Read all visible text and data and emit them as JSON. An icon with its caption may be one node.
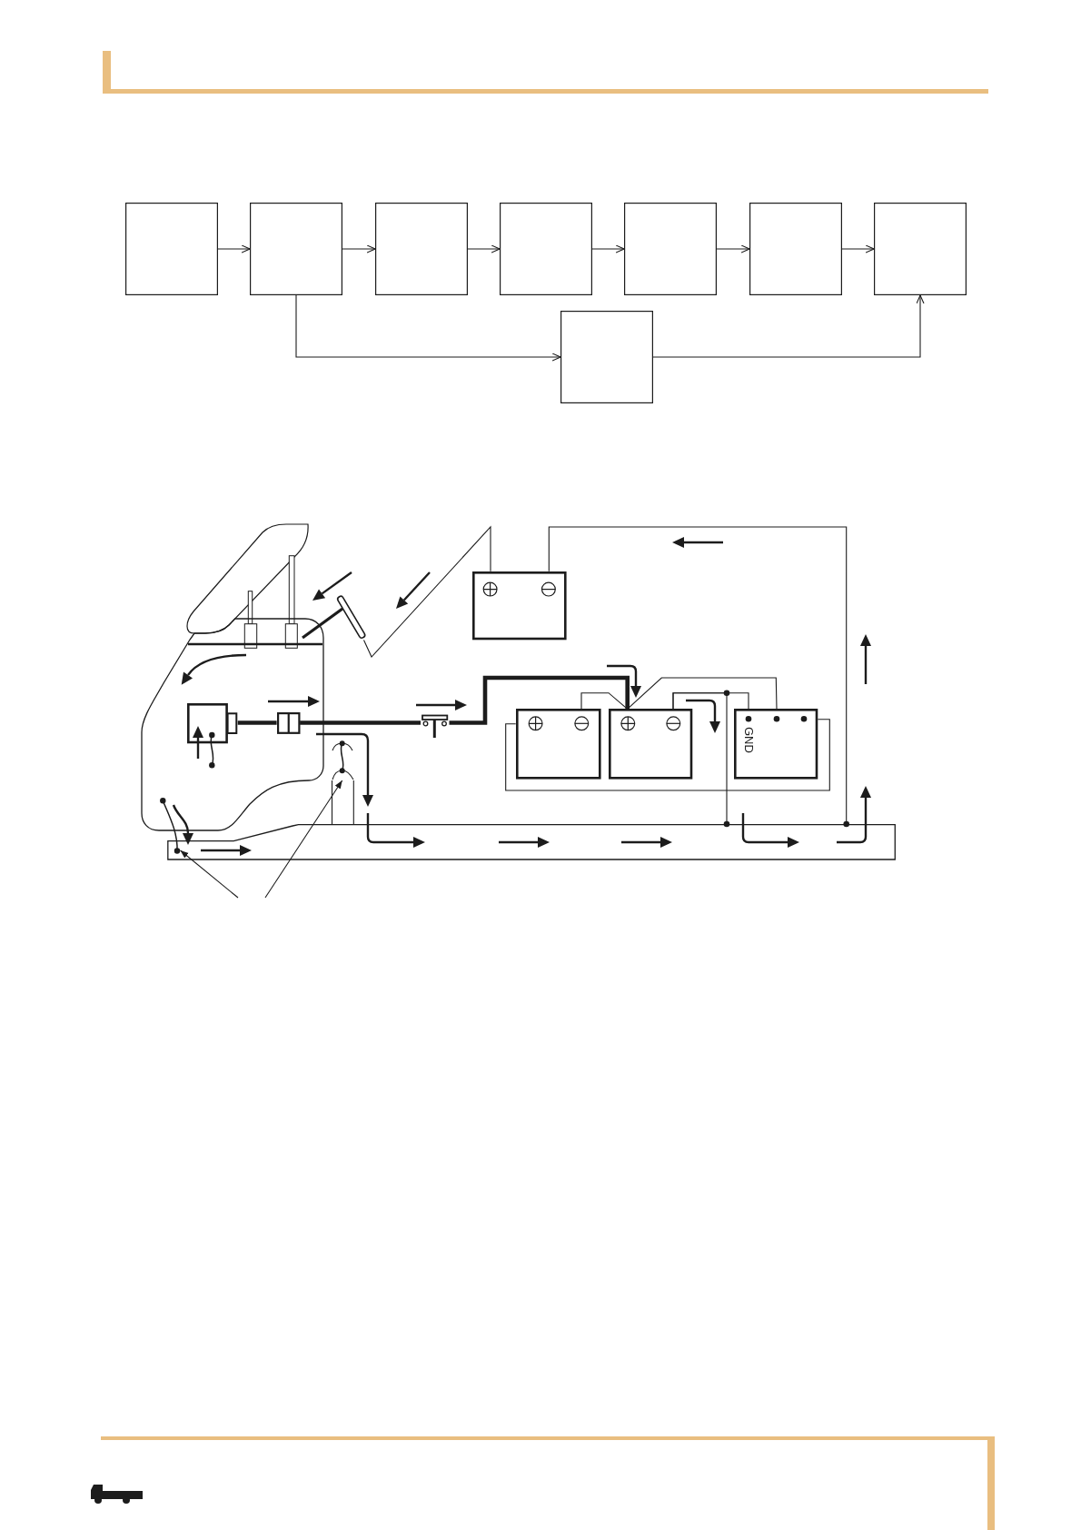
{
  "diagram": {
    "nodes": [
      {
        "text": [],
        "shape": "box"
      },
      {
        "text": [],
        "shape": "box"
      },
      {
        "text": [],
        "shape": "box"
      },
      {
        "text": [],
        "shape": "box"
      },
      {
        "text": [],
        "shape": "box"
      },
      {
        "text": [],
        "shape": "box"
      },
      {
        "text": [],
        "shape": "box"
      },
      {
        "text": [],
        "shape": "box"
      },
      {
        "text": [],
        "shape": "box"
      },
      {
        "text": [],
        "shape": "picture"
      },
      {
        "text": [],
        "shape": "picture"
      },
      {
        "text": [],
        "shape": "box",
        "in": 10
      },
      {
        "text": [],
        "shape": "box",
        "in": 10
      },
      {
        "text": [],
        "shape": "picture"
      },
      {
        "text": [],
        "shape": "box"
      },
      {
        "text": [],
        "shape": "box"
      },
      {
        "text": [
          "GND"
        ]
      },
      {
        "text": [],
        "shape": "picture"
      },
      {
        "text": [],
        "shape": "bar"
      },
      {
        "text": [],
        "shape": "picture"
      }
    ],
    "edges": [
      {
        "from": 0,
        "to": 1,
        "arrow": "to"
      },
      {
        "from": 1,
        "to": 2,
        "arrow": "to"
      },
      {
        "from": 2,
        "to": 3,
        "arrow": "to"
      },
      {
        "from": 3,
        "to": 4,
        "arrow": "to"
      },
      {
        "from": 4,
        "to": 5,
        "arrow": "to"
      },
      {
        "from": 5,
        "to": 6,
        "arrow": "to"
      },
      {
        "from": 1,
        "to": 7,
        "arrow": "to"
      },
      {
        "from": 7,
        "to": 6,
        "arrow": "to"
      },
      {
        "from": 8,
        "to": 9,
        "arrow": "none"
      },
      {
        "from": 8,
        "to": 18,
        "arrow": "other"
      },
      {
        "from": 11,
        "to": 12,
        "arrow": "none",
        "style": "thick"
      },
      {
        "from": 12,
        "to": 13,
        "arrow": "none",
        "style": "thick"
      },
      {
        "from": 13,
        "to": 15,
        "arrow": "none",
        "style": "thick"
      },
      {
        "from": 14,
        "to": 15,
        "arrow": "none"
      },
      {
        "from": 15,
        "to": 16,
        "arrow": "none"
      },
      {
        "from": 15,
        "to": 16,
        "arrow": "none"
      },
      {
        "from": 15,
        "to": 18,
        "arrow": "other"
      },
      {
        "from": 16,
        "to": 14,
        "arrow": "none"
      },
      {
        "from": 17,
        "to": 18,
        "arrow": "none"
      },
      {
        "from": 17,
        "to": 18,
        "arrow": "none"
      },
      {
        "from": null,
        "to": 19,
        "arrow": "to"
      },
      {
        "from": null,
        "to": 17,
        "arrow": "to"
      }
    ]
  }
}
